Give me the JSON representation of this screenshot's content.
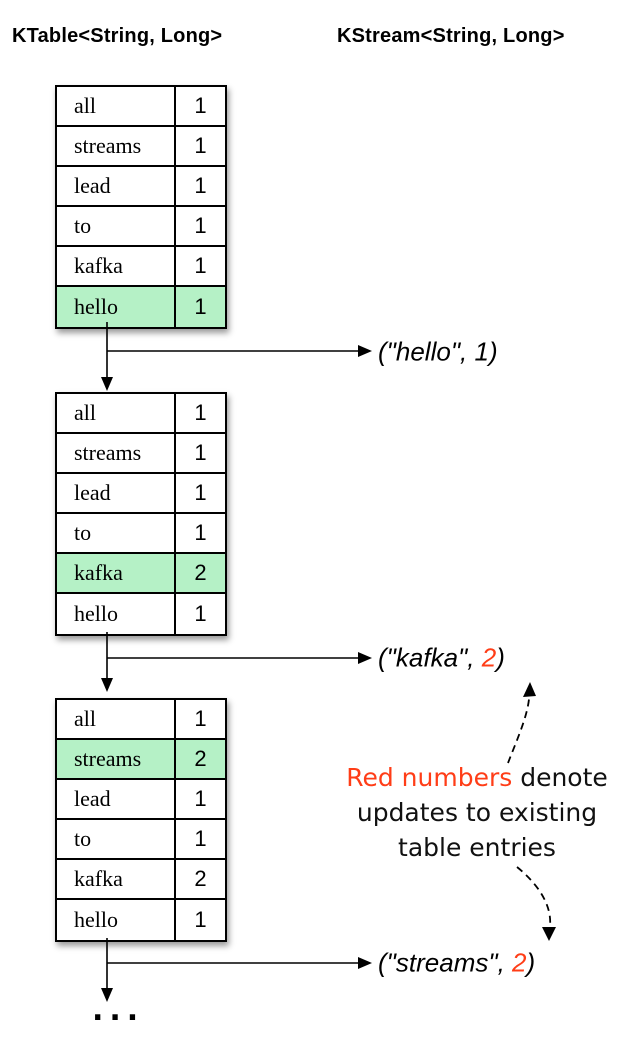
{
  "title_left": "KTable<String, Long>",
  "title_right": "KStream<String, Long>",
  "colors": {
    "highlight_green": "#b5f1c6",
    "update_red": "#ff3d17"
  },
  "tables": [
    {
      "name": "ktable-state-1",
      "rows": [
        {
          "word": "all",
          "count": "1"
        },
        {
          "word": "streams",
          "count": "1"
        },
        {
          "word": "lead",
          "count": "1"
        },
        {
          "word": "to",
          "count": "1"
        },
        {
          "word": "kafka",
          "count": "1"
        },
        {
          "word": "hello",
          "count": "1",
          "highlighted": true
        }
      ]
    },
    {
      "name": "ktable-state-2",
      "rows": [
        {
          "word": "all",
          "count": "1"
        },
        {
          "word": "streams",
          "count": "1"
        },
        {
          "word": "lead",
          "count": "1"
        },
        {
          "word": "to",
          "count": "1"
        },
        {
          "word": "kafka",
          "count": "2",
          "highlighted": true,
          "red_count": true
        },
        {
          "word": "hello",
          "count": "1"
        }
      ]
    },
    {
      "name": "ktable-state-3",
      "rows": [
        {
          "word": "all",
          "count": "1"
        },
        {
          "word": "streams",
          "count": "2",
          "highlighted": true,
          "red_count": true
        },
        {
          "word": "lead",
          "count": "1"
        },
        {
          "word": "to",
          "count": "1"
        },
        {
          "word": "kafka",
          "count": "2"
        },
        {
          "word": "hello",
          "count": "1"
        }
      ]
    }
  ],
  "records": [
    {
      "before": "(\"hello\", ",
      "value": "1",
      "after": ")",
      "red_value": false
    },
    {
      "before": "(\"kafka\", ",
      "value": "2",
      "after": ")",
      "red_value": true
    },
    {
      "before": "(\"streams\", ",
      "value": "2",
      "after": ")",
      "red_value": true
    }
  ],
  "annotation": {
    "line1_red": "Red numbers",
    "line1_rest": " denote",
    "line2": "updates to existing",
    "line3": "table entries"
  },
  "ellipsis": "..."
}
